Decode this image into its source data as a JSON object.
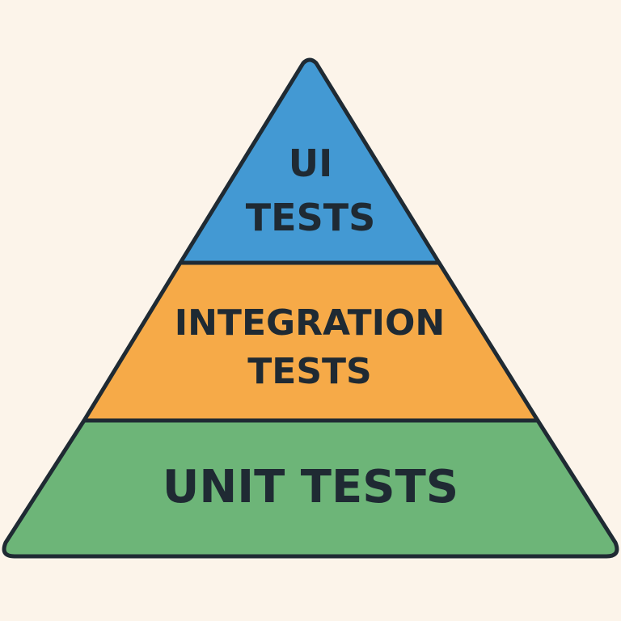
{
  "diagram": {
    "layers": [
      {
        "id": "ui",
        "lines": [
          "UI",
          "TESTS"
        ],
        "color": "#4399D3"
      },
      {
        "id": "integration",
        "lines": [
          "INTEGRATION",
          "TESTS"
        ],
        "color": "#F6AA48"
      },
      {
        "id": "unit",
        "lines": [
          "UNIT TESTS"
        ],
        "color": "#6DB578"
      }
    ],
    "outline_color": "#1F2A33"
  }
}
